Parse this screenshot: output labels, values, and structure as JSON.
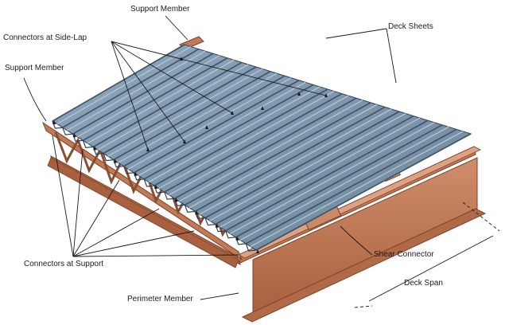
{
  "labels": {
    "support_member_top": "Support Member",
    "connectors_side_lap": "Connectors at Side-Lap",
    "support_member_left": "Support Member",
    "deck_sheets": "Deck Sheets",
    "connectors_support": "Connectors at Support",
    "shear_connector": "Shear Connector",
    "perimeter_member": "Perimeter Member",
    "deck_span": "Deck Span"
  },
  "colors": {
    "deck_fill": "#7d96ad",
    "deck_rib_dark": "#3d5266",
    "deck_rib_light": "#b9cad8",
    "steel_fill": "#c07a55",
    "steel_dark": "#8a4d31",
    "steel_light": "#dea184",
    "leader_line": "#1a1a1a"
  }
}
